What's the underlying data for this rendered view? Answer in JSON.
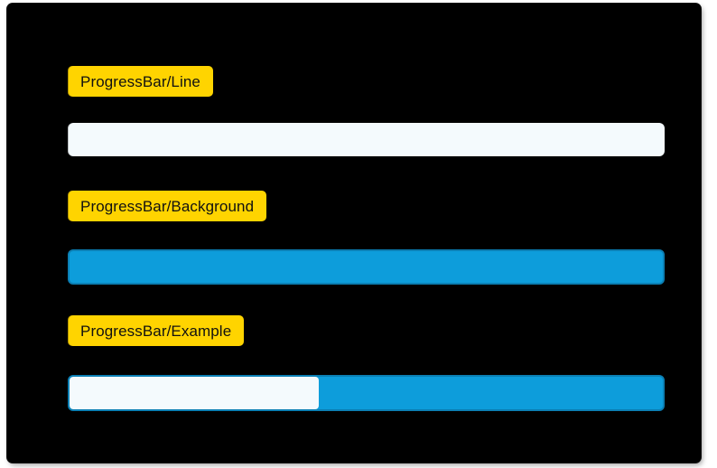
{
  "canvas": {
    "background_color": "#000000",
    "accent_color": "#0d9ddb",
    "chip_color": "#ffd400",
    "track_color": "#f4fafd"
  },
  "previews": [
    {
      "chip_label": "ProgressBar/Line",
      "variant": "line",
      "bar": {
        "fill_percent": 100,
        "fill_color": "#f4fafd",
        "background_color": "#f4fafd",
        "has_border": false
      }
    },
    {
      "chip_label": "ProgressBar/Background",
      "variant": "background",
      "bar": {
        "fill_percent": 0,
        "fill_color": "#0d9ddb",
        "background_color": "#0d9ddb",
        "border_color": "#0b7fb4",
        "has_border": true
      }
    },
    {
      "chip_label": "ProgressBar/Example",
      "variant": "example",
      "bar": {
        "fill_percent": 42,
        "fill_color": "#f4fafd",
        "background_color": "#0d9ddb",
        "border_color": "#0b7fb4",
        "has_border": true
      }
    }
  ]
}
